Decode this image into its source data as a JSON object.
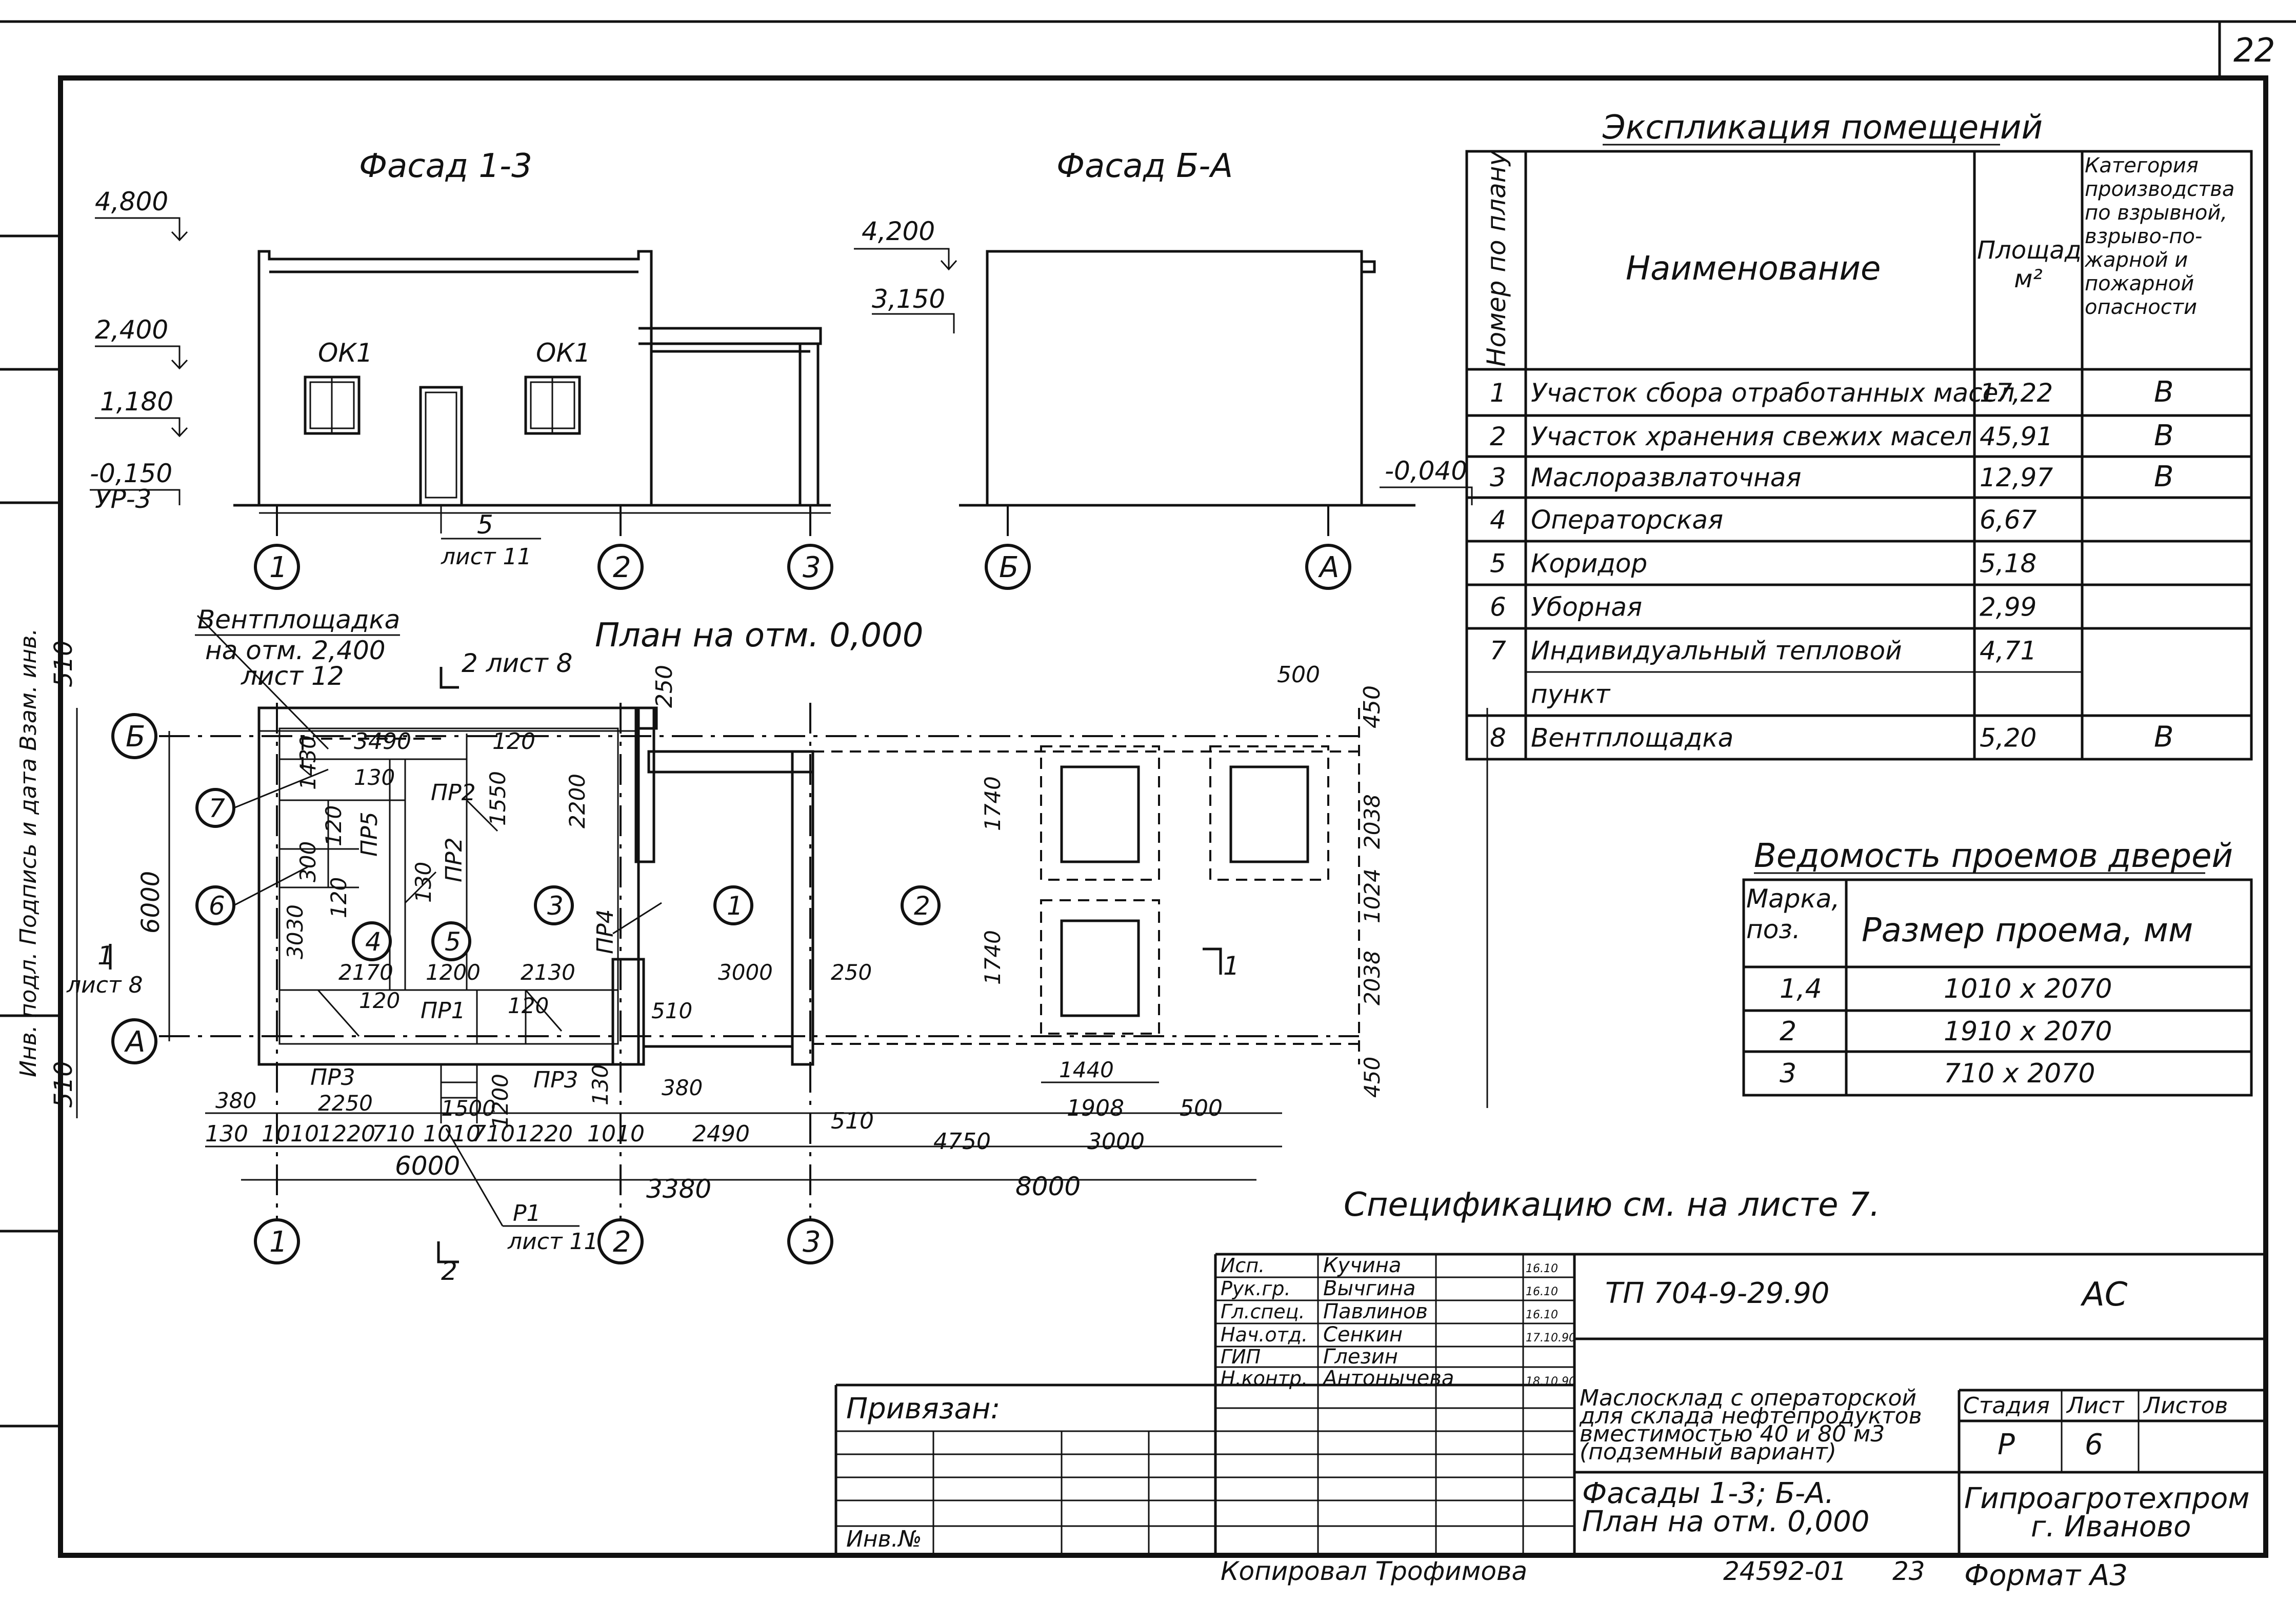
{
  "sheet_number": "22",
  "facade_1_3": {
    "title": "Фасад 1-3",
    "levels": [
      "4,800",
      "2,400",
      "1,180",
      "-0,150",
      "УР-3"
    ],
    "windows": [
      "ОК1",
      "ОК1"
    ],
    "note": "5",
    "note_ref": "лист 11",
    "axes": [
      "1",
      "2",
      "3"
    ]
  },
  "facade_b_a": {
    "title": "Фасад Б-А",
    "levels": [
      "4,200",
      "3,150",
      "-0,040"
    ],
    "axes": [
      "Б",
      "А"
    ]
  },
  "plan": {
    "title": "План на отм. 0,000",
    "vent_note": [
      "Вентплощадка",
      "на отм. 2,400",
      "лист 12"
    ],
    "section_2_top": "2 лист 8",
    "section_1_left": [
      "1",
      "лист 8"
    ],
    "section_2_bottom": "2",
    "section_1_right": "1",
    "p1_note": [
      "Р1",
      "лист 11"
    ],
    "room_markers": [
      "1",
      "2",
      "3",
      "4",
      "5",
      "6",
      "7"
    ],
    "door_marks": [
      "ПР2",
      "ПР5",
      "ПР2",
      "ПР4",
      "ПР1",
      "ПР3",
      "ПР3"
    ],
    "axes_rows": [
      "Б",
      "А"
    ],
    "axes_cols": [
      "1",
      "2",
      "3"
    ],
    "dims_top": [
      "3490",
      "120",
      "250",
      "500",
      "450"
    ],
    "dims_inner": [
      "1430",
      "130",
      "1550",
      "2200",
      "300",
      "120",
      "120",
      "130",
      "3030",
      "2170",
      "1200",
      "2130",
      "3000",
      "250",
      "120",
      "120",
      "510",
      "1740",
      "2038",
      "1024",
      "1740",
      "2038"
    ],
    "dims_left": [
      "510",
      "6000",
      "510"
    ],
    "dims_bottom_row1": [
      "380",
      "2250",
      "1500",
      "1200",
      "130",
      "380",
      "1440",
      "450"
    ],
    "dims_bottom_row2": [
      "130",
      "1010",
      "1220",
      "710",
      "1010",
      "710",
      "1220",
      "1010",
      "2490",
      "510",
      "4750",
      "1908",
      "500",
      "3000"
    ],
    "dims_bottom_row3": [
      "6000",
      "3380",
      "8000"
    ]
  },
  "explication": {
    "title": "Экспликация помещений",
    "headers": [
      "Номер по плану",
      "Наименование",
      "Площадь м²",
      "Категория производства по взрывной, взрыво-по- жарной и пожарной опасности"
    ],
    "rows": [
      {
        "num": "1",
        "name": "Участок сбора отработанных масел",
        "area": "17,22",
        "cat": "В"
      },
      {
        "num": "2",
        "name": "Участок хранения свежих масел",
        "area": "45,91",
        "cat": "В"
      },
      {
        "num": "3",
        "name": "Маслоразвлаточная",
        "area": "12,97",
        "cat": "В"
      },
      {
        "num": "4",
        "name": "Операторская",
        "area": "6,67",
        "cat": ""
      },
      {
        "num": "5",
        "name": "Коридор",
        "area": "5,18",
        "cat": ""
      },
      {
        "num": "6",
        "name": "Уборная",
        "area": "2,99",
        "cat": ""
      },
      {
        "num": "7",
        "name": "Индивидуальный тепловой",
        "area": "4,71",
        "cat": ""
      },
      {
        "num": "",
        "name": "пункт",
        "area": "",
        "cat": ""
      },
      {
        "num": "8",
        "name": "Вентплощадка",
        "area": "5,20",
        "cat": "В"
      }
    ]
  },
  "door_schedule": {
    "title": "Ведомость проемов дверей",
    "headers": [
      "Марка, поз.",
      "Размер проема, мм"
    ],
    "rows": [
      {
        "mark": "1,4",
        "size": "1010 x 2070"
      },
      {
        "mark": "2",
        "size": "1910 x 2070"
      },
      {
        "mark": "3",
        "size": "710 x 2070"
      }
    ]
  },
  "spec_note": "Спецификацию см. на листе 7.",
  "title_block": {
    "roles": [
      "Исп.",
      "Рук.гр.",
      "Гл.спец.",
      "Нач.отд.",
      "ГИП",
      "Н.контр."
    ],
    "names": [
      "Кучина",
      "Вычгина",
      "Павлинов",
      "Сенкин",
      "Глезин",
      "Антонычева"
    ],
    "dates": [
      "16.10",
      "16.10",
      "16.10",
      "17.10.90",
      "",
      "18.10.90"
    ],
    "doc_code": "ТП 704-9-29.90",
    "doc_mark": "АС",
    "project_name": [
      "Маслосклад с операторской",
      "для склада нефтепродуктов",
      "вместимостью 40 и 80 м3",
      "(подземный вариант)"
    ],
    "sheet_title": [
      "Фасады 1-3; Б-А.",
      "План на отм. 0,000"
    ],
    "stage_headers": [
      "Стадия",
      "Лист",
      "Листов"
    ],
    "stage": "Р",
    "sheet": "6",
    "sheets": "",
    "organization": [
      "Гипроагротехпром",
      "г. Иваново"
    ],
    "attached_label": "Привязан:",
    "inv_label": "Инв.№"
  },
  "footer": {
    "copied": "Копировал Трофимова",
    "archive": "24592-01",
    "page": "23",
    "format": "Формат А3"
  },
  "side_stamp": "Инв. подл. Подпись и дата Взам. инв."
}
